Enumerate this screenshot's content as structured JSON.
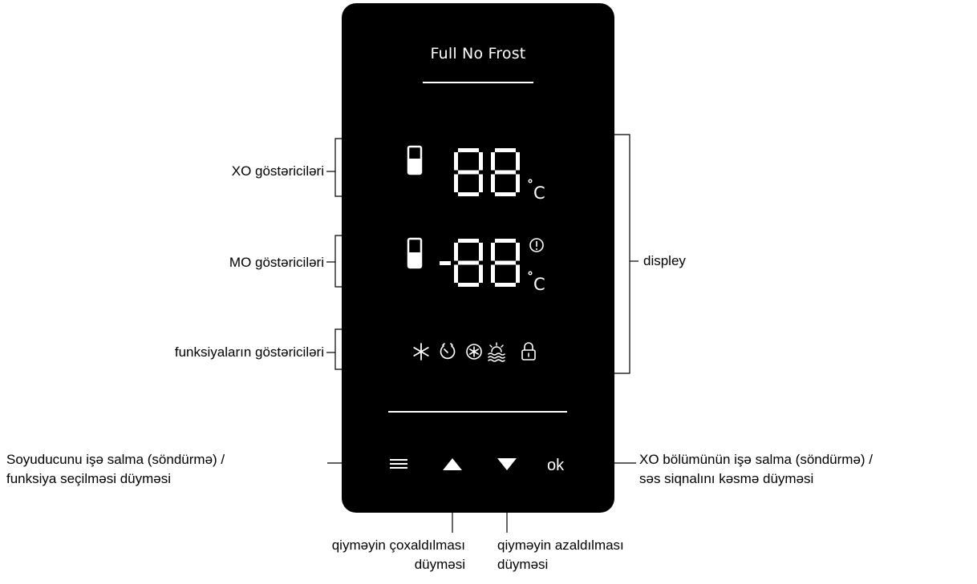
{
  "panel": {
    "brand_text": "Full No Frost",
    "colors": {
      "panel": "#000000",
      "display": "#ffffff"
    }
  },
  "freezer_row": {
    "digits": "88",
    "unit": "°C",
    "icon": "freezer-compartment-icon"
  },
  "fridge_row": {
    "digits": "-88",
    "unit": "°C",
    "icons": [
      "fridge-compartment-icon",
      "alert-icon"
    ]
  },
  "function_icons": [
    "snowflake-icon",
    "timer-icon",
    "super-freeze-icon",
    "vacation-icon",
    "lock-icon"
  ],
  "buttons": {
    "menu": {
      "icon": "menu-icon"
    },
    "up": {
      "icon": "up-triangle-icon"
    },
    "down": {
      "icon": "down-triangle-icon"
    },
    "ok": {
      "label": "ok"
    }
  },
  "annotations": {
    "xo_indicators": "XO göstəriciləri",
    "mo_indicators": "MO göstəriciləri",
    "function_indicators": "funksiyaların göstəriciləri",
    "display": "displey",
    "power_button": [
      "Soyuducunu işə salma (söndürmə) /",
      "funksiya seçilməsi düyməsi"
    ],
    "ok_button": [
      "XO bölümünün işə salma (söndürmə) /",
      "səs siqnalını kəsmə düyməsi"
    ],
    "up_button": [
      "qiyməyin çoxaldılması",
      "düyməsi"
    ],
    "down_button": [
      "qiyməyin azaldılması",
      "düyməsi"
    ]
  }
}
